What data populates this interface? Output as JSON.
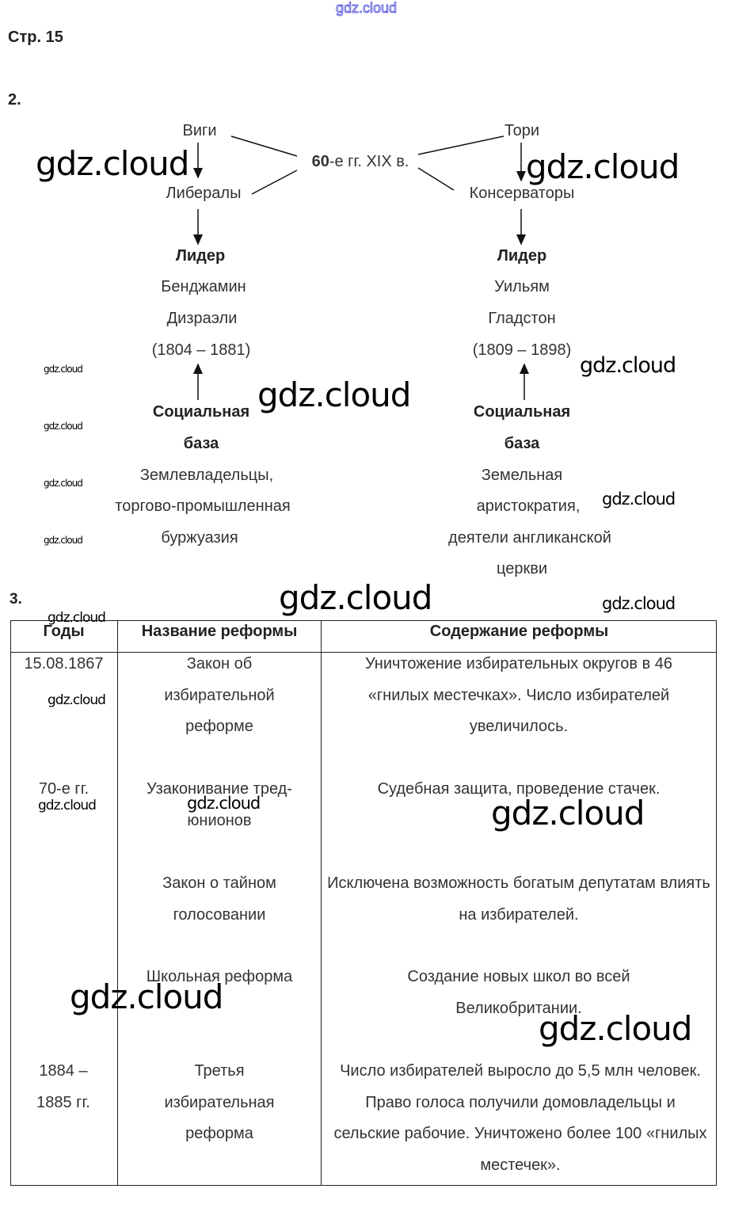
{
  "watermark": "gdz.cloud",
  "page_label": "Стр. 15",
  "task2": {
    "number": "2.",
    "center": {
      "bold": "60",
      "rest": "-е гг. XIX в."
    },
    "left": {
      "top": "Виги",
      "party": "Либералы",
      "leader_label": "Лидер",
      "leader": [
        "Бенджамин",
        "Дизраэли",
        "(1804 – 1881)"
      ],
      "base_label": [
        "Социальная",
        "база"
      ],
      "base": [
        "Землевладельцы,",
        "торгово-промышленная",
        "буржуазия"
      ]
    },
    "right": {
      "top": "Тори",
      "party": "Консерваторы",
      "leader_label": "Лидер",
      "leader": [
        "Уильям",
        "Гладстон",
        "(1809 – 1898)"
      ],
      "base_label": [
        "Социальная",
        "база"
      ],
      "base": [
        "Земельная",
        "аристократия,",
        "деятели англиканской",
        "церкви"
      ]
    }
  },
  "task3": {
    "number": "3.",
    "headers": [
      "Годы",
      "Название реформы",
      "Содержание реформы"
    ],
    "rows": [
      {
        "year": "15.08.1867",
        "name": "Закон об избирательной реформе",
        "content": "Уничтожение избирательных округов в 46 «гнилых местечках». Число избирателей увеличилось."
      },
      {
        "year": "70-е гг.",
        "name": "Узаконивание тред-юнионов",
        "content": "Судебная защита, проведение стачек."
      },
      {
        "year": "",
        "name": "Закон о тайном голосовании",
        "content": "Исключена возможность богатым депутатам влиять на избирателей."
      },
      {
        "year": "",
        "name": "Школьная реформа",
        "content": "Создание новых школ во всей Великобритании."
      },
      {
        "year": "1884 – 1885 гг.",
        "name": "Третья избирательная реформа",
        "content": "Число избирателей выросло до 5,5 млн человек. Право голоса получили домовладельцы и сельские рабочие. Уничтожено более 100 «гнилых местечек»."
      }
    ]
  }
}
